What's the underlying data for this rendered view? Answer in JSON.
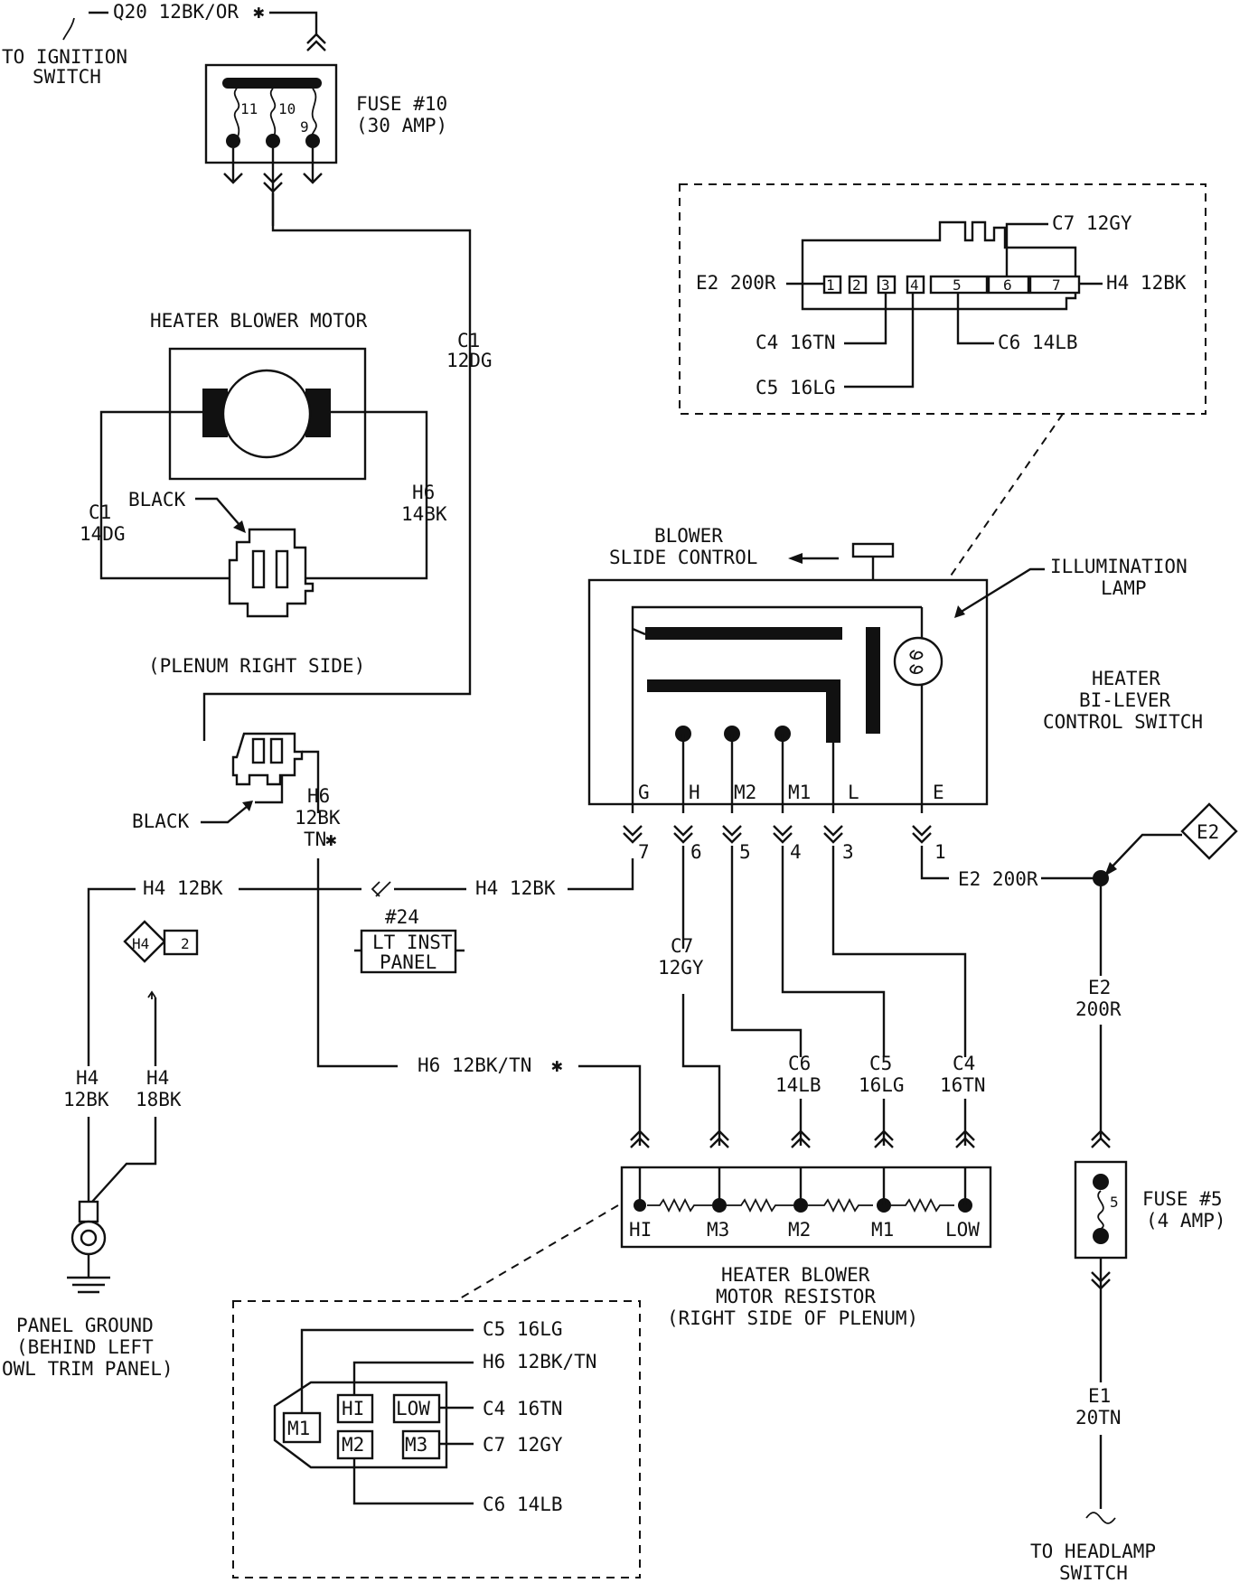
{
  "labels": {
    "q20": "Q20 12BK/OR",
    "star": "✱",
    "to_ign_1": "TO IGNITION",
    "to_ign_2": "SWITCH",
    "fuse10_1": "FUSE #10",
    "fuse10_2": "(30 AMP)",
    "fuse10_p11": "11",
    "fuse10_p10": "10",
    "fuse10_p9": "9",
    "hbm_title": "HEATER BLOWER MOTOR",
    "c1_12dg_a": "C1",
    "c1_12dg_b": "12DG",
    "c1_14dg_a": "C1",
    "c1_14dg_b": "14DG",
    "h6_14bk_a": "H6",
    "h6_14bk_b": "14BK",
    "black_1": "BLACK",
    "plenum": "(PLENUM RIGHT SIDE)",
    "black_2": "BLACK",
    "h6_a": "H6",
    "h6_b": "12BK",
    "h6_c": "TN",
    "h4_12bk_left": "H4 12BK",
    "h4_12bk_right": "H4 12BK",
    "h4_ref": "H4",
    "h4_ref_num": "2",
    "lt_inst_num": "#24",
    "lt_inst_1": "LT INST",
    "lt_inst_2": "PANEL",
    "h4_12bk_v_a": "H4",
    "h4_12bk_v_b": "12BK",
    "h4_18bk_a": "H4",
    "h4_18bk_b": "18BK",
    "panel_gnd_1": "PANEL GROUND",
    "panel_gnd_2": "(BEHIND LEFT",
    "panel_gnd_3": "OWL TRIM PANEL)",
    "blower_slide_1": "BLOWER",
    "blower_slide_2": "SLIDE CONTROL",
    "illum_1": "ILLUMINATION",
    "illum_2": "LAMP",
    "heater_bi_1": "HEATER",
    "heater_bi_2": "BI-LEVER",
    "heater_bi_3": "CONTROL SWITCH",
    "term_g": "G",
    "term_h": "H",
    "term_m2": "M2",
    "term_m1": "M1",
    "term_l": "L",
    "term_e": "E",
    "pin_7": "7",
    "pin_6": "6",
    "pin_5": "5",
    "pin_4": "4",
    "pin_3": "3",
    "pin_1": "1",
    "e2_200r_h": "E2 200R",
    "e2_ref": "E2",
    "e2_200r_v_a": "E2",
    "e2_200r_v_b": "200R",
    "c7_12gy_v_a": "C7",
    "c7_12gy_v_b": "12GY",
    "h6_12bktn_h": "H6 12BK/TN",
    "c6_14lb_v_a": "C6",
    "c6_14lb_v_b": "14LB",
    "c5_16lg_v_a": "C5",
    "c5_16lg_v_b": "16LG",
    "c4_16tn_v_a": "C4",
    "c4_16tn_v_b": "16TN",
    "res_hi": "HI",
    "res_m3": "M3",
    "res_m2": "M2",
    "res_m1": "M1",
    "res_low": "LOW",
    "resistor_1": "HEATER BLOWER",
    "resistor_2": "MOTOR RESISTOR",
    "resistor_3": "(RIGHT SIDE OF PLENUM)",
    "fuse5_1": "FUSE #5",
    "fuse5_2": "(4 AMP)",
    "fuse5_pin": "5",
    "e1_a": "E1",
    "e1_b": "20TN",
    "to_head_1": "TO HEADLAMP",
    "to_head_2": "SWITCH",
    "sw_c7_12gy": "C7 12GY",
    "sw_e2_200r": "E2 200R",
    "sw_h4_12bk": "H4 12BK",
    "sw_c4_16tn": "C4 16TN",
    "sw_c6_14lb": "C6 14LB",
    "sw_c5_16lg": "C5 16LG",
    "sw_p1": "1",
    "sw_p2": "2",
    "sw_p3": "3",
    "sw_p4": "4",
    "sw_p5": "5",
    "sw_p6": "6",
    "sw_p7": "7",
    "rc_c5_16lg": "C5 16LG",
    "rc_h6_12bktn": "H6 12BK/TN",
    "rc_c4_16tn": "C4 16TN",
    "rc_c7_12gy": "C7 12GY",
    "rc_c6_14lb": "C6 14LB",
    "rc_m1": "M1",
    "rc_hi": "HI",
    "rc_low": "LOW",
    "rc_m2": "M2",
    "rc_m3": "M3"
  }
}
